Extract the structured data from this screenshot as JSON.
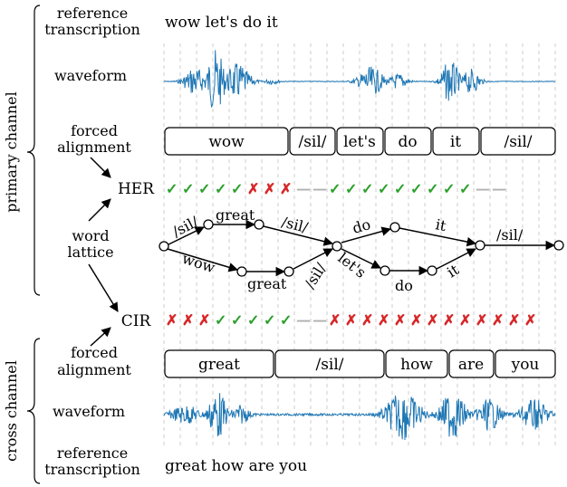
{
  "brand": {
    "blue": "#1f77b4",
    "green": "#2ca02c",
    "red": "#d62728",
    "gray": "#b0b0b0"
  },
  "channels": {
    "primary": "primary channel",
    "cross": "cross channel"
  },
  "row_labels": {
    "top_reference_l1": "reference",
    "top_reference_l2": "transcription",
    "top_waveform": "waveform",
    "top_fa_l1": "forced",
    "top_fa_l2": "alignment",
    "lattice_l1": "word",
    "lattice_l2": "lattice",
    "her": "HER",
    "cir": "CIR",
    "bottom_fa_l1": "forced",
    "bottom_fa_l2": "alignment",
    "bottom_waveform": "waveform",
    "bottom_reference_l1": "reference",
    "bottom_reference_l2": "transcription"
  },
  "primary": {
    "reference_text": "wow let's do it",
    "alignment": [
      "wow",
      "/sil/",
      "let's",
      "do",
      "it",
      "/sil/"
    ]
  },
  "cross": {
    "reference_text": "great how are you",
    "alignment": [
      "great",
      "/sil/",
      "how",
      "are",
      "you"
    ]
  },
  "her_marks": "✓✓✓✓✓✗✗✗——✓✓✓✓✓✓✓✓✓——",
  "cir_marks": "✗✗✗✓✓✓✓✓——✗✗✗✗✗✗✗✗✗✗✗✗✗",
  "lattice": {
    "upper_path": [
      "/sil/",
      "great",
      "/sil/",
      "do",
      "it",
      "/sil/"
    ],
    "lower_path": [
      "wow",
      "great",
      "/sil/",
      "let's",
      "do",
      "it"
    ]
  }
}
